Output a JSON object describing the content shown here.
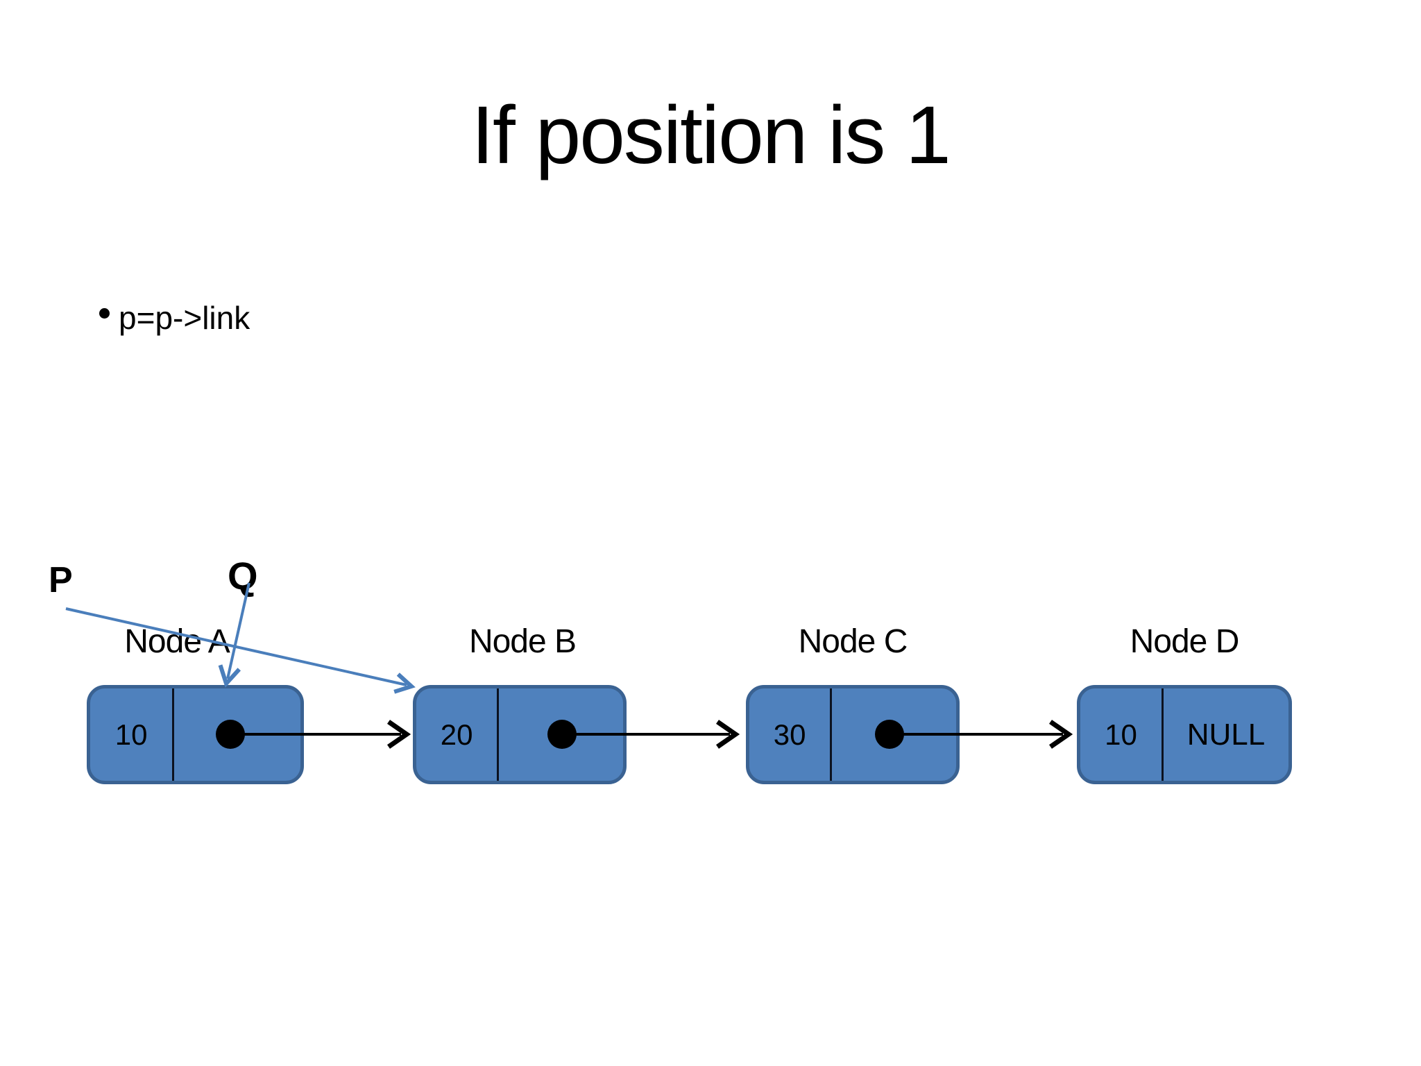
{
  "title": "If position is 1",
  "bullet": {
    "text": "p=p->link"
  },
  "pointers": {
    "p": "P",
    "q": "Q"
  },
  "nodes": [
    {
      "label": "Node A",
      "value": "10",
      "link": ""
    },
    {
      "label": "Node B",
      "value": "20",
      "link": ""
    },
    {
      "label": "Node C",
      "value": "30",
      "link": ""
    },
    {
      "label": "Node D",
      "value": "10",
      "link": "NULL"
    }
  ],
  "colors": {
    "node_fill": "#4F81BD",
    "node_border": "#3A6292",
    "divider": "#0c1220",
    "pointer_arrow_blue": "#4A7EBB",
    "link_arrow_black": "#000000",
    "text": "#000000",
    "background": "#ffffff"
  }
}
